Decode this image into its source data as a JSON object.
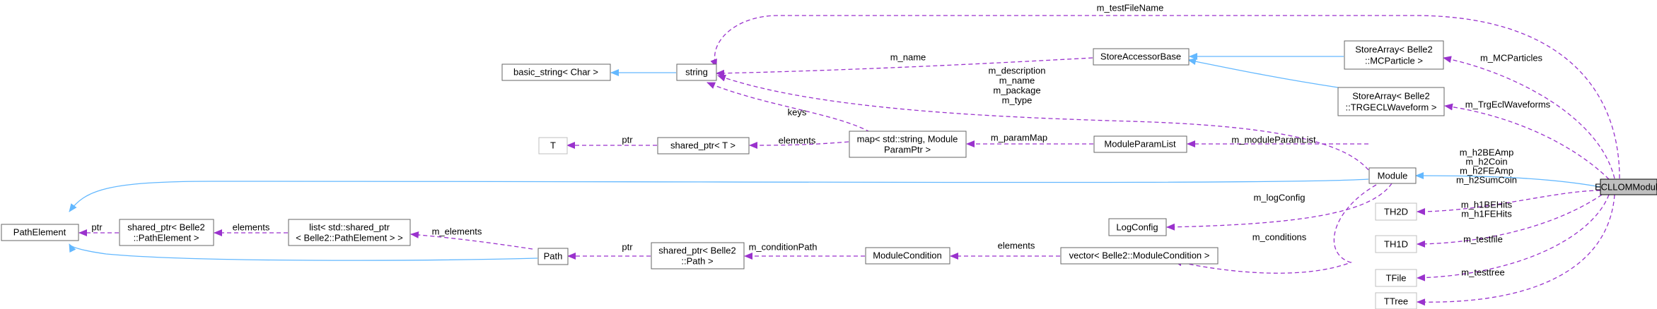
{
  "nodes": {
    "ecllom": "ECLLOMModule",
    "module": "Module",
    "th2d": "TH2D",
    "th1d": "TH1D",
    "tfile": "TFile",
    "ttree": "TTree",
    "storearray_mc": [
      "StoreArray< Belle2",
      "::MCParticle >"
    ],
    "storearray_trg": [
      "StoreArray< Belle2",
      "::TRGECLWaveform >"
    ],
    "storeaccessorbase": "StoreAccessorBase",
    "string": "string",
    "basic_string": "basic_string< Char >",
    "map": [
      "map< std::string, Module",
      "ParamPtr >"
    ],
    "moduleparamlist": "ModuleParamList",
    "t": "T",
    "shared_ptr_t": "shared_ptr< T >",
    "logconfig": "LogConfig",
    "vector": "vector< Belle2::ModuleCondition >",
    "modulecondition": "ModuleCondition",
    "shared_ptr_path": [
      "shared_ptr< Belle2",
      "::Path >"
    ],
    "path": "Path",
    "list": [
      "list< std::shared_ptr",
      "< Belle2::PathElement > >"
    ],
    "shared_ptr_pe": [
      "shared_ptr< Belle2",
      "::PathElement >"
    ],
    "pathelement": "PathElement"
  },
  "edge_labels": {
    "testfilename": "m_testFileName",
    "mcparticles": "m_MCParticles",
    "trgeclwaveforms": "m_TrgEclWaveforms",
    "h2": [
      "m_h2BEAmp",
      "m_h2Coin",
      "m_h2FEAmp",
      "m_h2SumCoin"
    ],
    "h1": [
      "m_h1BEHits",
      "m_h1FEHits"
    ],
    "testfile": "m_testfile",
    "testtree": "m_testtree",
    "name": "m_name",
    "module_strings": [
      "m_description",
      "m_name",
      "m_package",
      "m_type"
    ],
    "keys": "keys",
    "ptr_t": "ptr",
    "elements_map": "elements",
    "parammap": "m_paramMap",
    "moduleparamlist": "m_moduleParamList",
    "logconfig": "m_logConfig",
    "conditions": "m_conditions",
    "elements_vector": "elements",
    "conditionpath": "m_conditionPath",
    "ptr_path": "ptr",
    "m_elements": "m_elements",
    "elements_list": "elements",
    "ptr_pe": "ptr"
  },
  "colors": {
    "inheritance": "#63b8ff",
    "usage": "#9a32cd",
    "node_border": "#666666",
    "focus_fill": "#bfbfbf"
  }
}
